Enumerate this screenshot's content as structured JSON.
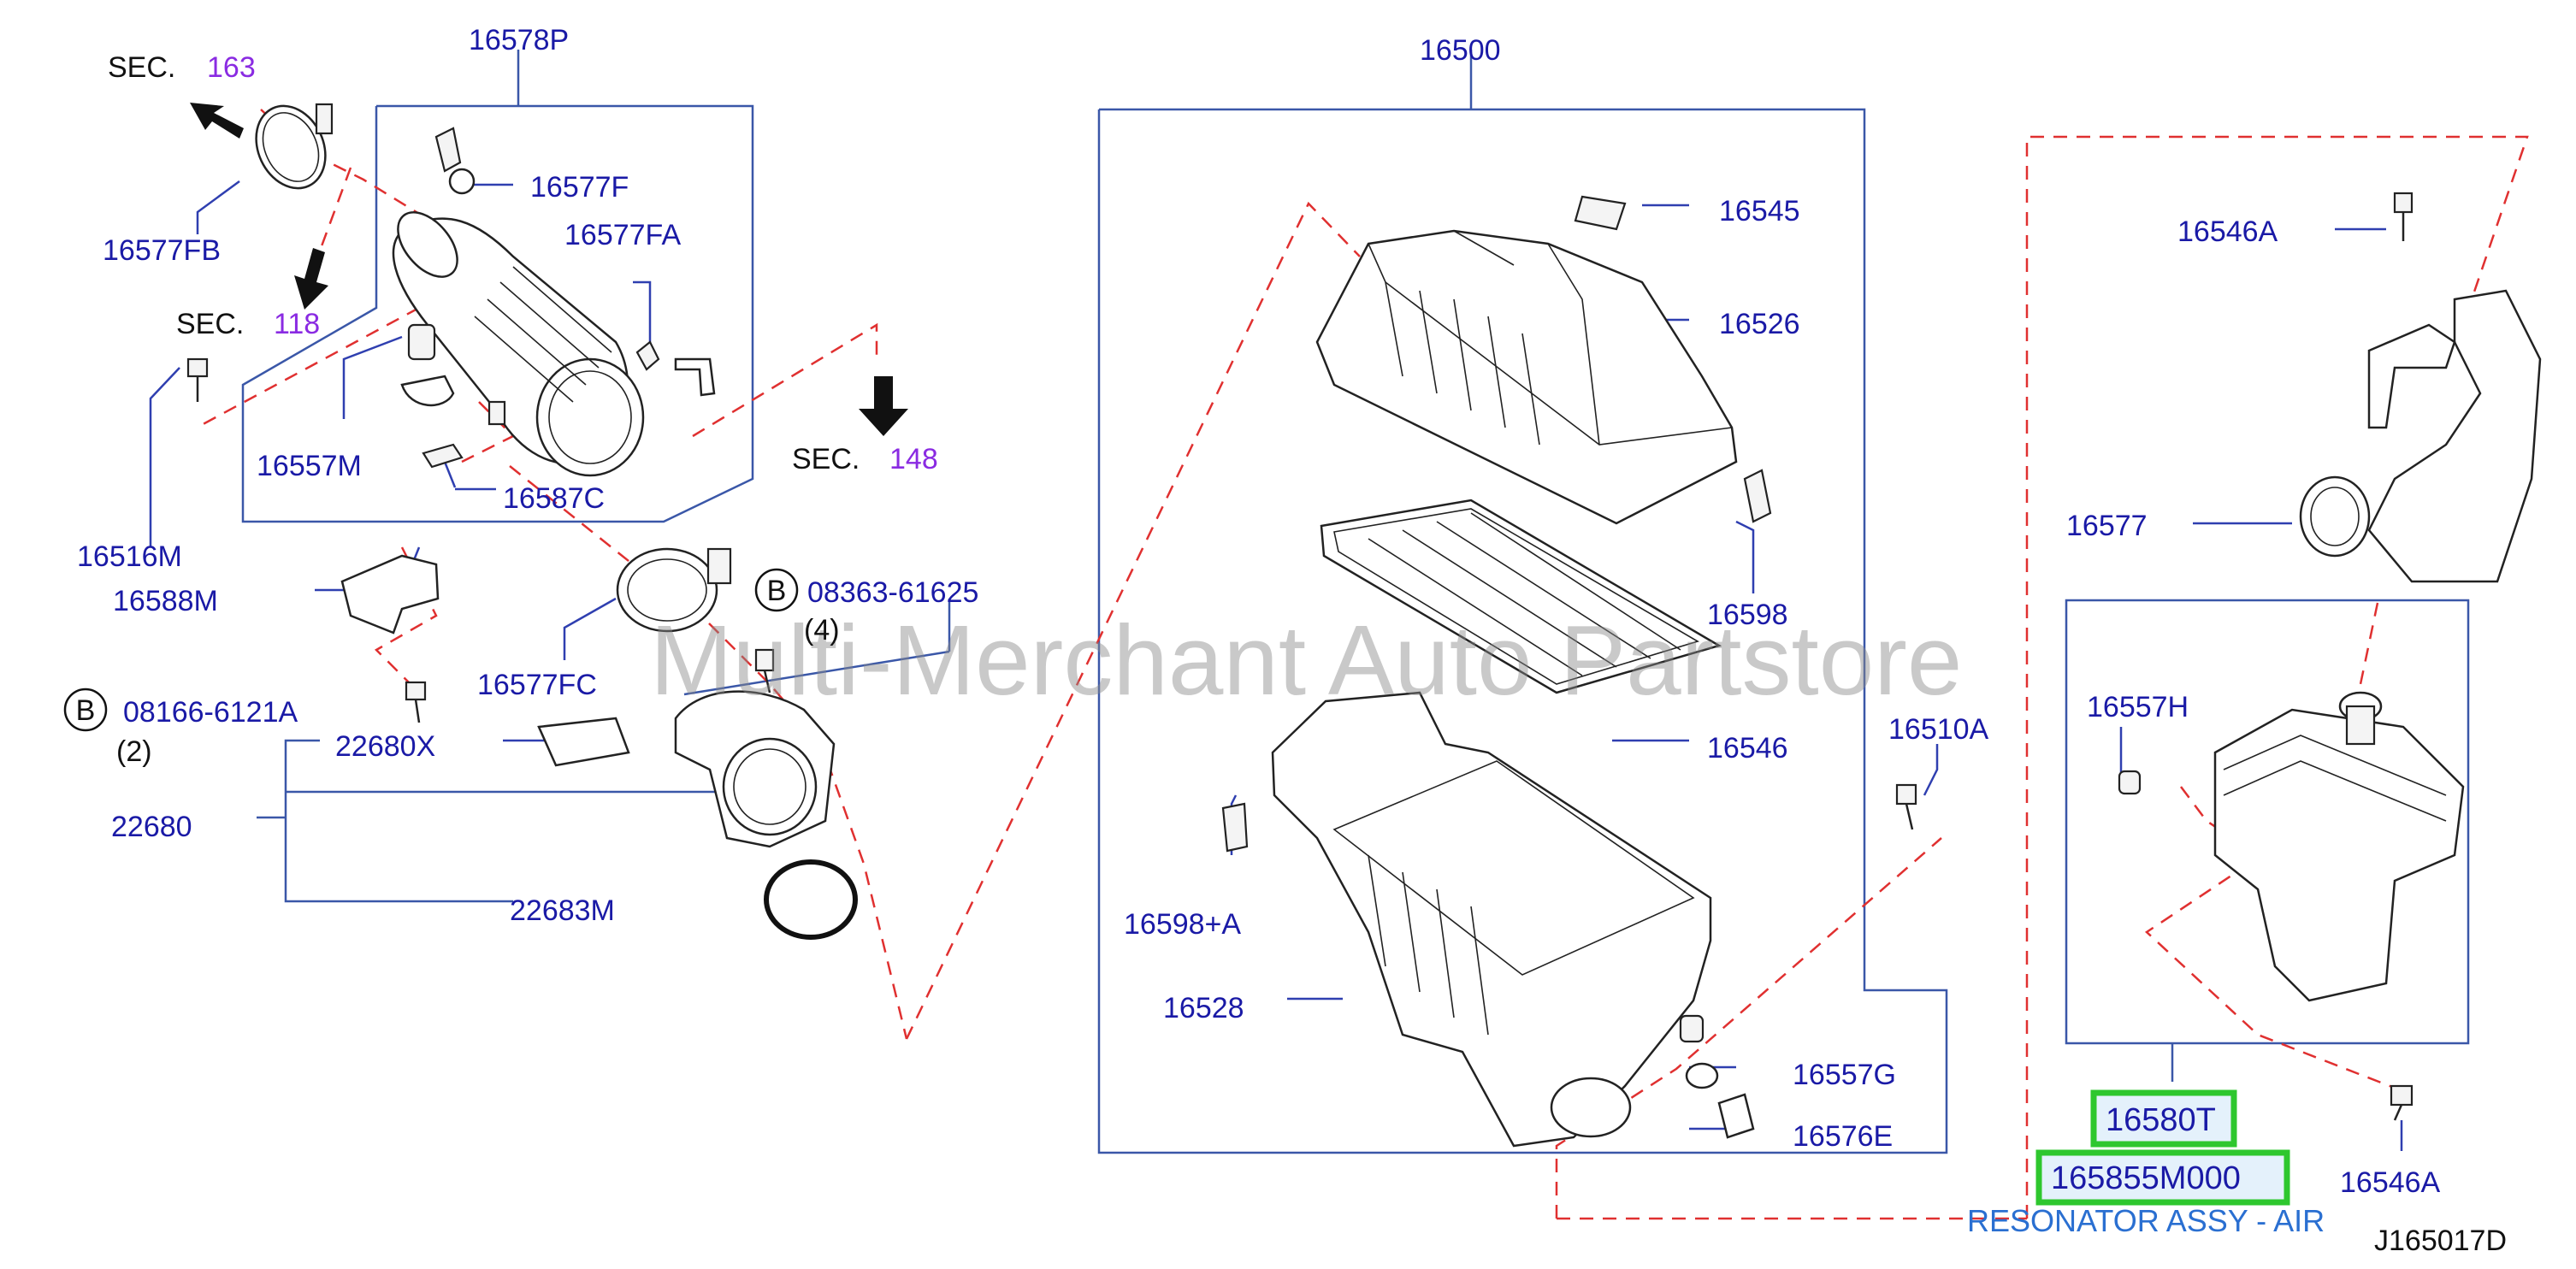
{
  "labels": {
    "p16578P": "16578P",
    "p16500": "16500",
    "p16577F": "16577F",
    "p16577FA": "16577FA",
    "p16577FB": "16577FB",
    "p16557M": "16557M",
    "p16587C": "16587C",
    "p16516M": "16516M",
    "p16588M": "16588M",
    "p16577FC": "16577FC",
    "p08363": "08363-61625",
    "p08363qty": "(4)",
    "p08166": "08166-6121A",
    "p08166qty": "(2)",
    "p22680X": "22680X",
    "p22680": "22680",
    "p22683M": "22683M",
    "p16545": "16545",
    "p16526": "16526",
    "p16598": "16598",
    "p16546": "16546",
    "p16598A": "16598+A",
    "p16528": "16528",
    "p16510A": "16510A",
    "p16557G": "16557G",
    "p16576E": "16576E",
    "p16546A_top": "16546A",
    "p16577": "16577",
    "p16557H": "16557H",
    "p16546A_bottom": "16546A",
    "p16580T": "16580T",
    "highlight_part": "165855M000",
    "highlight_desc": "RESONATOR ASSY - AIR",
    "diagram_code": "J165017D",
    "bolt_mark": "B"
  },
  "sections": {
    "sec_word": "SEC.",
    "sec163": "163",
    "sec118": "118",
    "sec148": "148"
  },
  "watermark": "Multi-Merchant Auto Partstore",
  "colors": {
    "label_blue": "#1a1aa6",
    "section_purple": "#8a2be2",
    "dash_red": "#e03030",
    "highlight_green": "#2ec72e",
    "note_blue": "#2a6fd1"
  }
}
